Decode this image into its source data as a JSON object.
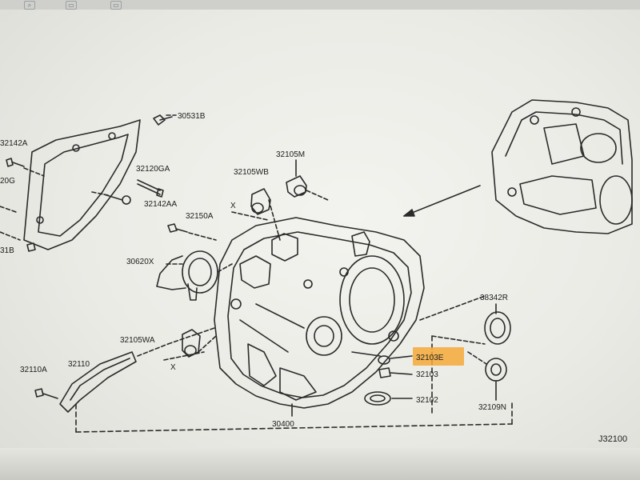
{
  "toolbar": {
    "icons": [
      "magnify-icon",
      "page-icon",
      "page-icon"
    ]
  },
  "diagram": {
    "figure_id": "J32100",
    "highlight_color": "#f5a938",
    "line_color": "#2a2a2a",
    "labels": {
      "p30531B": "30531B",
      "p32142A": "32142A",
      "p32120GA": "32120GA",
      "p32142AA": "32142AA",
      "p32150A": "32150A",
      "p32105WB": "32105WB",
      "p32105M": "32105M",
      "p30620X": "30620X",
      "p32105WA": "32105WA",
      "p32110A": "32110A",
      "p32110": "32110",
      "p30400": "30400",
      "p38342R": "38342R",
      "p32103E": "32103E",
      "p32103": "32103",
      "p32102": "32102",
      "p32109N": "32109N",
      "frag_20G": "20G",
      "frag_31B": "31B",
      "x_mark_1": "X",
      "x_mark_2": "X"
    }
  }
}
